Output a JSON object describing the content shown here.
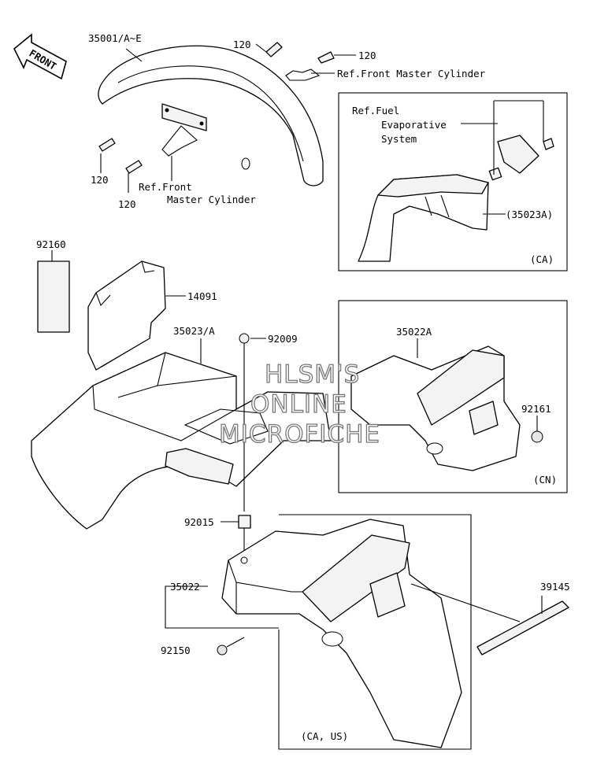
{
  "front_arrow": {
    "text": "FRONT"
  },
  "labels": {
    "p35001": "35001/A~E",
    "p120_top": "120",
    "p120_right": "120",
    "ref_front_mc_top": "Ref.Front Master Cylinder",
    "p120_left": "120",
    "p120_low": "120",
    "ref_front_mc_low_1": "Ref.Front",
    "ref_front_mc_low_2": "Master Cylinder",
    "ref_fuel_1": "Ref.Fuel",
    "ref_fuel_2": "Evaporative",
    "ref_fuel_3": "System",
    "p35023A": "(35023A)",
    "region_ca": "(CA)",
    "p92160": "92160",
    "p14091": "14091",
    "p35023": "35023/A",
    "p92009": "92009",
    "p35022A": "35022A",
    "p92161": "92161",
    "region_cn": "(CN)",
    "p92015": "92015",
    "p35022": "35022",
    "p39145": "39145",
    "p92150": "92150",
    "region_caus": "(CA, US)"
  },
  "watermark": {
    "line1": "HLSM'S",
    "line2": "ONLINE",
    "line3": "MICROFICHE"
  }
}
